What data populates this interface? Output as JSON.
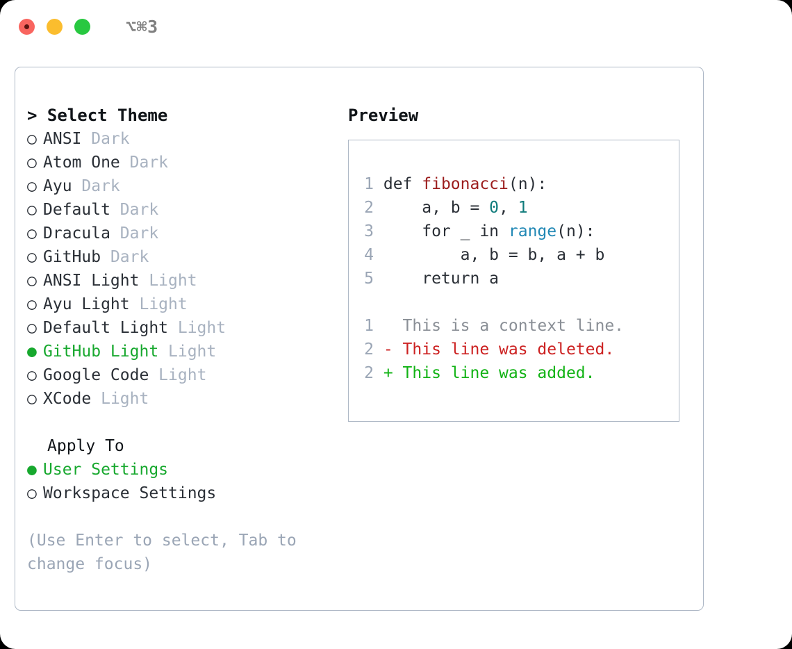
{
  "titlebar": {
    "shortcut": "⌥⌘3",
    "lights": [
      "close",
      "minimize",
      "maximize"
    ]
  },
  "left": {
    "heading": "> Select Theme",
    "themes": [
      {
        "marker": "○",
        "name": "ANSI",
        "variant": "Dark",
        "selected": false
      },
      {
        "marker": "○",
        "name": "Atom One",
        "variant": "Dark",
        "selected": false
      },
      {
        "marker": "○",
        "name": "Ayu",
        "variant": "Dark",
        "selected": false
      },
      {
        "marker": "○",
        "name": "Default",
        "variant": "Dark",
        "selected": false
      },
      {
        "marker": "○",
        "name": "Dracula",
        "variant": "Dark",
        "selected": false
      },
      {
        "marker": "○",
        "name": "GitHub",
        "variant": "Dark",
        "selected": false
      },
      {
        "marker": "○",
        "name": "ANSI Light",
        "variant": "Light",
        "selected": false
      },
      {
        "marker": "○",
        "name": "Ayu Light",
        "variant": "Light",
        "selected": false
      },
      {
        "marker": "○",
        "name": "Default Light",
        "variant": "Light",
        "selected": false
      },
      {
        "marker": "●",
        "name": "GitHub Light",
        "variant": "Light",
        "selected": true
      },
      {
        "marker": "○",
        "name": "Google Code",
        "variant": "Light",
        "selected": false
      },
      {
        "marker": "○",
        "name": "XCode",
        "variant": "Light",
        "selected": false
      }
    ],
    "apply_to": {
      "heading": "Apply To",
      "options": [
        {
          "marker": "●",
          "label": "User Settings",
          "selected": true
        },
        {
          "marker": "○",
          "label": "Workspace Settings",
          "selected": false
        }
      ]
    },
    "hint": "(Use Enter to select, Tab to change focus)"
  },
  "right": {
    "heading": "Preview",
    "code_lines": [
      {
        "n": "1",
        "tokens": [
          {
            "t": " def ",
            "c": "plain"
          },
          {
            "t": "fibonacci",
            "c": "fn"
          },
          {
            "t": "(n):",
            "c": "plain"
          }
        ]
      },
      {
        "n": "2",
        "tokens": [
          {
            "t": "     a, b = ",
            "c": "plain"
          },
          {
            "t": "0",
            "c": "num"
          },
          {
            "t": ", ",
            "c": "plain"
          },
          {
            "t": "1",
            "c": "num"
          }
        ]
      },
      {
        "n": "3",
        "tokens": [
          {
            "t": "     for _ in ",
            "c": "plain"
          },
          {
            "t": "range",
            "c": "builtin"
          },
          {
            "t": "(n):",
            "c": "plain"
          }
        ]
      },
      {
        "n": "4",
        "tokens": [
          {
            "t": "         a, b = b, a + b",
            "c": "plain"
          }
        ]
      },
      {
        "n": "5",
        "tokens": [
          {
            "t": "     return a",
            "c": "plain"
          }
        ]
      }
    ],
    "diff_lines": [
      {
        "n": "1",
        "text": "   This is a context line.",
        "kind": "ctx"
      },
      {
        "n": "2",
        "text": " - This line was deleted.",
        "kind": "del"
      },
      {
        "n": "2",
        "text": " + This line was added.",
        "kind": "add"
      }
    ]
  },
  "colors": {
    "accent_green": "#17a82e",
    "muted": "#a8b2c0",
    "border": "#aeb8c6",
    "fn_red": "#9b1c1c",
    "num_teal": "#0f7b7b",
    "builtin_blue": "#2188b5",
    "diff_del": "#cc2121",
    "diff_add": "#12b315"
  }
}
